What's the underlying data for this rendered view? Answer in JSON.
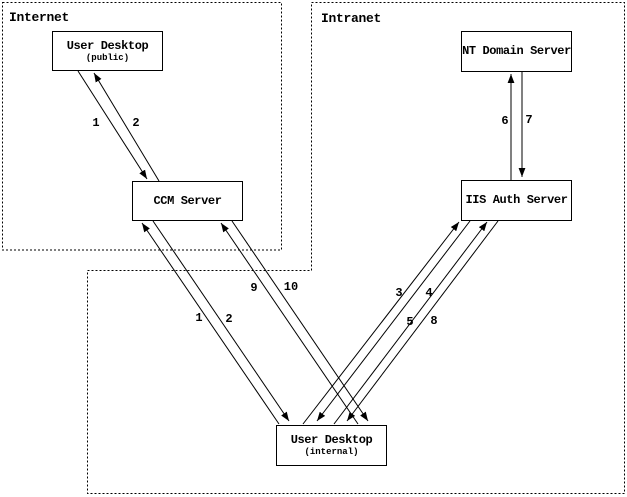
{
  "diagram": {
    "colors": {
      "ink": "#000000",
      "background": "#ffffff"
    },
    "regions": [
      {
        "label": "Internet"
      },
      {
        "label": "Intranet"
      }
    ],
    "nodes": [
      {
        "id": "user-desktop-public",
        "title": "User Desktop",
        "subtitle": "(public)"
      },
      {
        "id": "ccm-server",
        "title": "CCM Server",
        "subtitle": ""
      },
      {
        "id": "nt-domain-server",
        "title": "NT Domain Server",
        "subtitle": ""
      },
      {
        "id": "iis-auth-server",
        "title": "IIS Auth Server",
        "subtitle": ""
      },
      {
        "id": "user-desktop-internal",
        "title": "User Desktop",
        "subtitle": "(internal)"
      }
    ],
    "arrows": [
      {
        "label": "1",
        "from": "user-desktop-public",
        "to": "ccm-server"
      },
      {
        "label": "2",
        "from": "ccm-server",
        "to": "user-desktop-public"
      },
      {
        "label": "1",
        "from": "user-desktop-internal",
        "to": "ccm-server"
      },
      {
        "label": "2",
        "from": "ccm-server",
        "to": "user-desktop-internal"
      },
      {
        "label": "3",
        "from": "user-desktop-internal",
        "to": "iis-auth-server"
      },
      {
        "label": "4",
        "from": "iis-auth-server",
        "to": "user-desktop-internal"
      },
      {
        "label": "5",
        "from": "user-desktop-internal",
        "to": "iis-auth-server"
      },
      {
        "label": "8",
        "from": "iis-auth-server",
        "to": "user-desktop-internal"
      },
      {
        "label": "9",
        "from": "user-desktop-internal",
        "to": "ccm-server"
      },
      {
        "label": "10",
        "from": "ccm-server",
        "to": "user-desktop-internal"
      },
      {
        "label": "6",
        "from": "iis-auth-server",
        "to": "nt-domain-server"
      },
      {
        "label": "7",
        "from": "nt-domain-server",
        "to": "iis-auth-server"
      }
    ]
  }
}
